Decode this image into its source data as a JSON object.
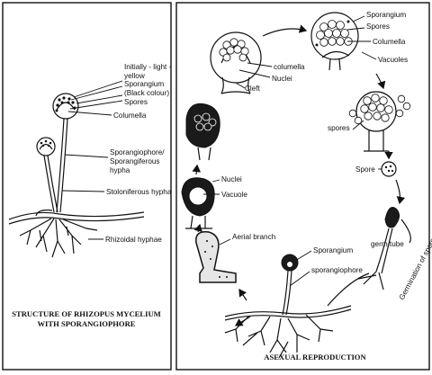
{
  "left_panel": {
    "labels": {
      "initially": "Initially - light -",
      "yellow": "yellow",
      "sporangium": "Sporangium",
      "black_colour": "(Black colour)",
      "spores": "Spores",
      "columella": "Columella",
      "sporangiophore": "Sporangiophore/",
      "sporangiferous": "Sporangiferous",
      "hypha": "hypha",
      "stoloniferous": "Stoloniferous hypha",
      "rhizoidal": "Rhizoidal hyphae"
    },
    "caption_line1": "STRUCTURE OF RHIZOPUS MYCELIUM",
    "caption_line2": "WITH SPORANGIOPHORE"
  },
  "right_panel": {
    "labels": {
      "sporangium_top": "Sporangium",
      "spores_top": "Spores",
      "columella_top": "Columella",
      "vacuoles": "Vacuoles",
      "columella_left": "columella",
      "nuclei_top": "Nuclei",
      "cleft": "Cleft",
      "spores_mid": "spores",
      "spore": "Spore",
      "nuclei_mid": "Nuclei",
      "vacuole": "Vacuole",
      "aerial_branch": "Aerial branch",
      "germ_tube": "germ tube",
      "germination": "Germination of spore",
      "sporangium_bottom": "Sporangium",
      "sporangiophore": "sporangiophore"
    },
    "caption": "ASEXUAL REPRODUCTION"
  }
}
